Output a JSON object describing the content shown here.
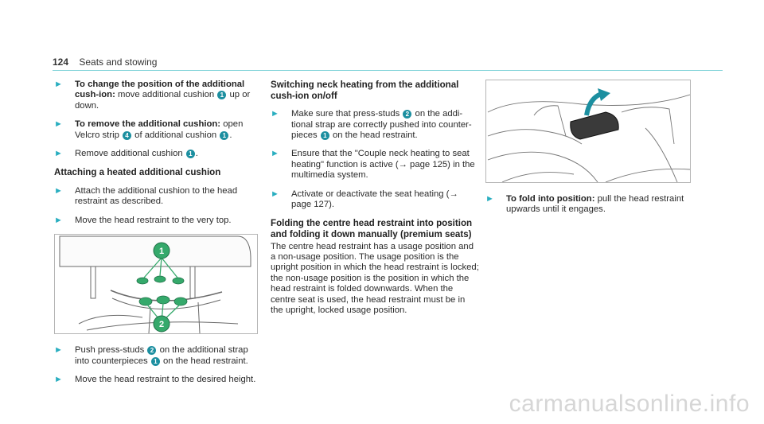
{
  "header": {
    "page_number": "124",
    "section": "Seats and stowing"
  },
  "col1": {
    "step1": {
      "bold": "To change the position of the additional cush-ion:",
      "pre": "move additional cushion",
      "post": "up or down."
    },
    "step2": {
      "bold": "To remove the additional cushion:",
      "pre": "open Velcro strip",
      "mid": "of additional cushion",
      "post": "."
    },
    "step3": {
      "pre": "Remove additional cushion",
      "post": "."
    },
    "heading": "Attaching a heated additional cushion",
    "step4": "Attach the additional cushion to the head restraint as described.",
    "step5": "Move the head restraint to the very top.",
    "step6": {
      "pre": "Push press-studs",
      "mid": "on the additional strap into counterpieces",
      "post": "on the head restraint."
    },
    "step7": "Move the head restraint to the desired height."
  },
  "col2": {
    "heading1": "Switching neck heating from the additional cush-ion on/off",
    "step1": {
      "pre": "Make sure that press-studs",
      "mid": "on the addi-tional strap are correctly pushed into counter-pieces",
      "post": "on the head restraint."
    },
    "step2": "Ensure that the \"Couple neck heating to seat heating\" function is active (→ page 125) in the multimedia system.",
    "step3": "Activate or deactivate the seat heating (→ page 127).",
    "heading2": "Folding the centre head restraint into position and folding it down manually (premium seats)",
    "paragraph": "The centre head restraint has a usage position and a non-usage position. The usage position is the upright position in which the head restraint is locked; the non-usage position is the position in which the head restraint is folded downwards. When the centre seat is used, the head restraint must be in the upright, locked usage position."
  },
  "col3": {
    "step1": {
      "bold": "To fold into position:",
      "text": "pull the head restraint upwards until it engages."
    }
  },
  "badges": {
    "one": "1",
    "two": "2",
    "four": "4"
  },
  "watermark": "carmanualsonline.info",
  "colors": {
    "accent": "#29aec0",
    "badge": "#1c8fa0",
    "rule": "#7fd3d8"
  }
}
